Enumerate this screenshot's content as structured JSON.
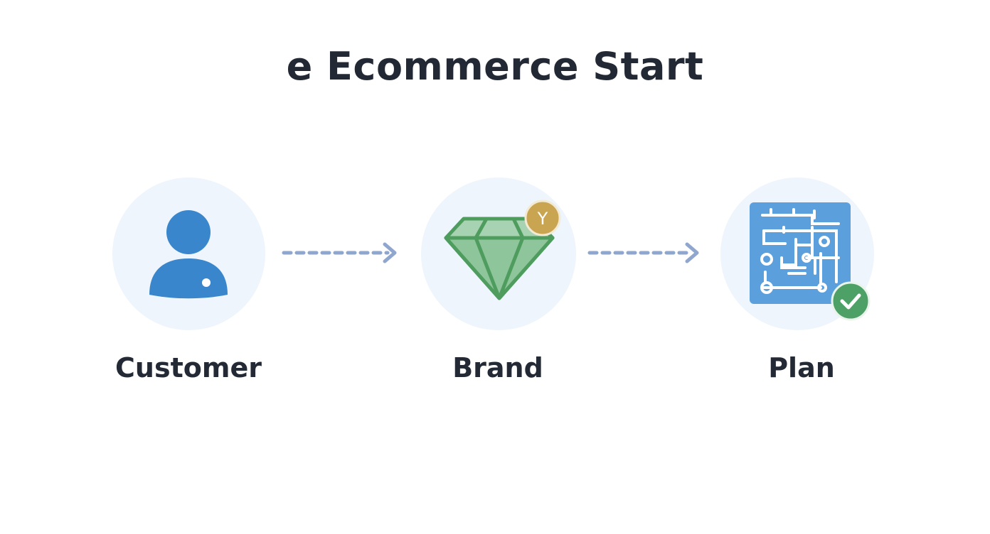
{
  "title": "e Ecommerce Start",
  "nodes": [
    {
      "id": "customer",
      "label": "Customer",
      "icon": "person-icon"
    },
    {
      "id": "brand",
      "label": "Brand",
      "icon": "diamond-icon",
      "badge": {
        "icon": "y-coin-badge-icon",
        "text": "Y"
      }
    },
    {
      "id": "plan",
      "label": "Plan",
      "icon": "blueprint-icon",
      "badge": {
        "icon": "checkmark-badge-icon"
      }
    }
  ],
  "edges": [
    {
      "from": "customer",
      "to": "brand",
      "style": "dashed-arrow"
    },
    {
      "from": "brand",
      "to": "plan",
      "style": "dashed-arrow"
    }
  ],
  "colors": {
    "title": "#222834",
    "circle_bg": "#eef5fc",
    "person": "#3a86cc",
    "diamond_stroke": "#4f9d5e",
    "diamond_fill": "#8fc59b",
    "coin": "#c9a552",
    "blueprint": "#5b9fdc",
    "check": "#4ea166",
    "arrow": "#8fa6cf"
  }
}
